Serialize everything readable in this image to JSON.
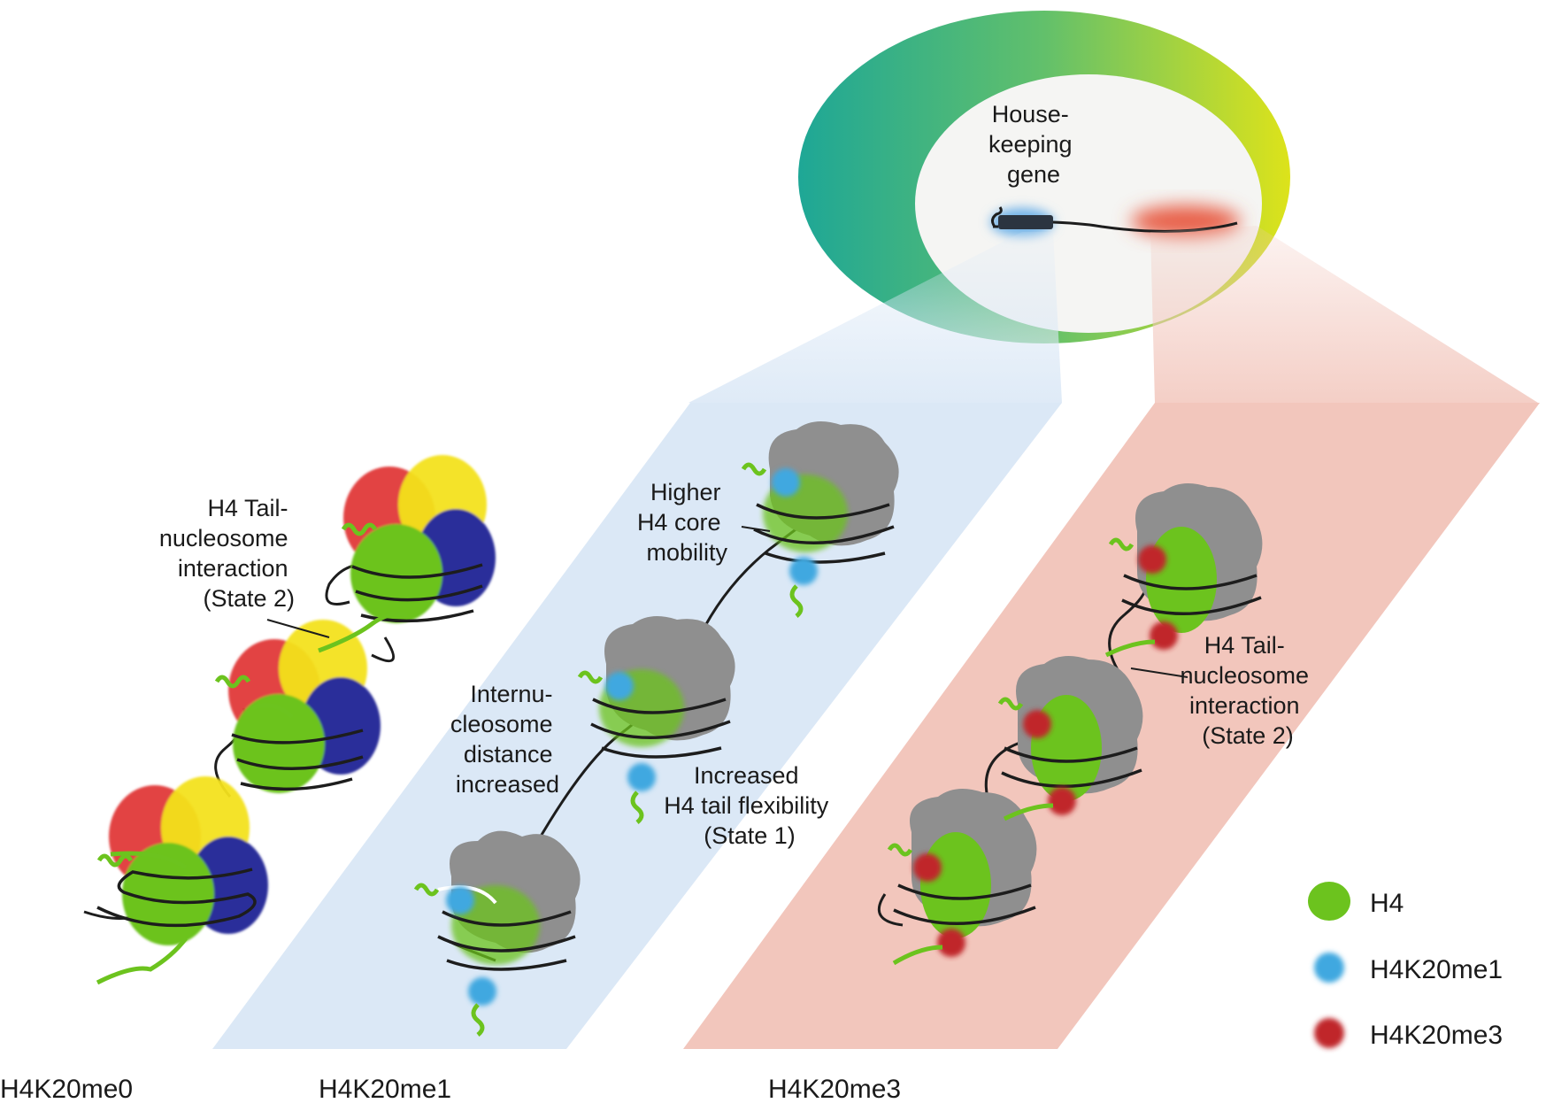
{
  "cell": {
    "gene_label": [
      "House-",
      "keeping",
      "gene"
    ]
  },
  "panels": {
    "me0": {
      "annotation": [
        "H4 Tail-",
        "nucleosome",
        "interaction",
        "(State 2)"
      ],
      "bottom_label": "H4K20me0"
    },
    "me1": {
      "annotation_core": [
        "Higher",
        "H4 core",
        "mobility"
      ],
      "annotation_distance": [
        "Internu-",
        "cleosome",
        "distance",
        "increased"
      ],
      "annotation_tail": [
        "Increased",
        "H4 tail flexibility",
        "(State 1)"
      ],
      "bottom_label": "H4K20me1"
    },
    "me3": {
      "annotation": [
        "H4 Tail-",
        "nucleosome",
        "interaction",
        "(State 2)"
      ],
      "bottom_label": "H4K20me3"
    }
  },
  "legend": [
    {
      "label": "H4",
      "color": "#6cc31e",
      "icon": "h4-oval-icon"
    },
    {
      "label": "H4K20me1",
      "color": "#3fa8e0",
      "icon": "blue-dot-icon"
    },
    {
      "label": "H4K20me3",
      "color": "#c0262c",
      "icon": "red-dot-icon"
    }
  ],
  "colors": {
    "histone_red": "#e03a3a",
    "histone_yellow": "#f3e21a",
    "histone_blue": "#2b2d9a",
    "histone_green": "#6cc31e",
    "histone_gray": "#8f8f8f",
    "me1_panel": "#dbe8f6",
    "me3_panel": "#f2c6bc"
  }
}
